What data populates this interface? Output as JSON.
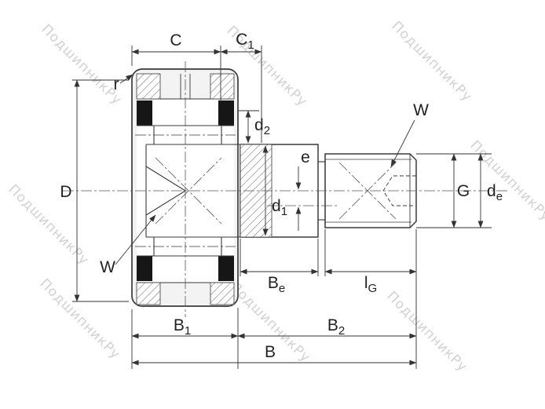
{
  "watermark": {
    "text": "ПодшипникРу",
    "color": "#cbcbcb"
  },
  "drawing": {
    "type": "cam-follower-bearing-cross-section",
    "colors": {
      "line": "#3a3a3a",
      "dim_line": "#333333",
      "body_fill": "#f3f3f3",
      "seal_fill": "#161616",
      "hatch": "#666666",
      "label": "#222222",
      "background": "#ffffff"
    }
  },
  "labels": {
    "C": "C",
    "C1_base": "C",
    "C1_sub": "1",
    "r": "r",
    "d2_base": "d",
    "d2_sub": "2",
    "W_thread": "W",
    "W_roller": "W",
    "D": "D",
    "d1_base": "d",
    "d1_sub": "1",
    "e": "e",
    "G": "G",
    "de_base": "d",
    "de_sub": "e",
    "Be_base": "B",
    "Be_sub": "e",
    "lG_base": "l",
    "lG_sub": "G",
    "B1_base": "B",
    "B1_sub": "1",
    "B2_base": "B",
    "B2_sub": "2",
    "B": "B"
  }
}
